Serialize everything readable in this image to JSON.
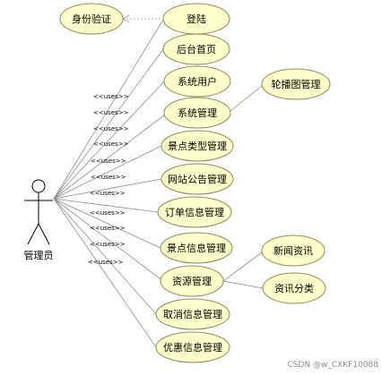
{
  "actor": {
    "name": "管理员"
  },
  "stereotype": "<<uses>>",
  "use_cases": [
    {
      "id": "login",
      "label": "登陆"
    },
    {
      "id": "home",
      "label": "后台首页"
    },
    {
      "id": "users",
      "label": "系统用户"
    },
    {
      "id": "sysmgmt",
      "label": "系统管理"
    },
    {
      "id": "spottype",
      "label": "景点类型管理"
    },
    {
      "id": "notice",
      "label": "网站公告管理"
    },
    {
      "id": "order",
      "label": "订单信息管理"
    },
    {
      "id": "spotinfo",
      "label": "景点信息管理"
    },
    {
      "id": "resource",
      "label": "资源管理"
    },
    {
      "id": "cancel",
      "label": "取消信息管理"
    },
    {
      "id": "coupon",
      "label": "优惠信息管理"
    }
  ],
  "extra_use_cases": [
    {
      "id": "auth",
      "label": "身份验证"
    },
    {
      "id": "carousel",
      "label": "轮播图管理"
    },
    {
      "id": "news",
      "label": "新闻资讯"
    },
    {
      "id": "newscat",
      "label": "资讯分类"
    }
  ],
  "watermark": "CSDN @w_CXKF10088"
}
